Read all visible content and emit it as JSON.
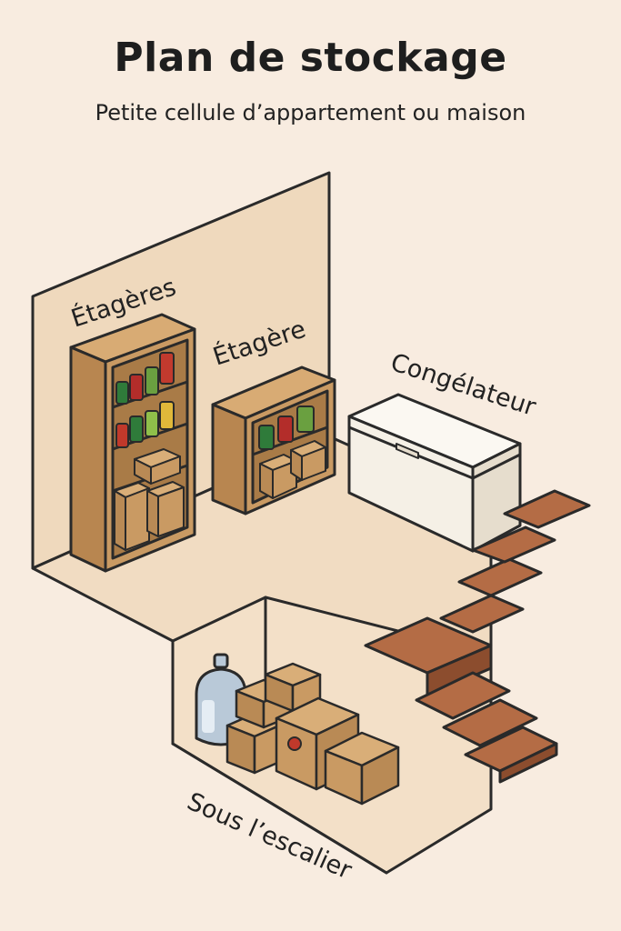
{
  "header": {
    "title": "Plan de stockage",
    "subtitle": "Petite cellule d’appartement ou maison"
  },
  "zones": {
    "shelves_label": "Étagères",
    "shelf_label": "Étagère",
    "freezer_label": "Congélateur",
    "under_stairs_label": "Sous l’escalier"
  },
  "colors": {
    "background": "#f8ece0",
    "wall": "#efd9bd",
    "floor": "#f1dcc2",
    "wood": "#c99a63",
    "wood_dark": "#a97b47",
    "stairs": "#a8613d",
    "freezer": "#f5f0e6",
    "water_jug": "#b9c9d8",
    "outline": "#2a2a2a"
  },
  "icons": [
    "bookcase",
    "cans",
    "cardboard-box",
    "chest-freezer",
    "staircase",
    "water-jug"
  ]
}
